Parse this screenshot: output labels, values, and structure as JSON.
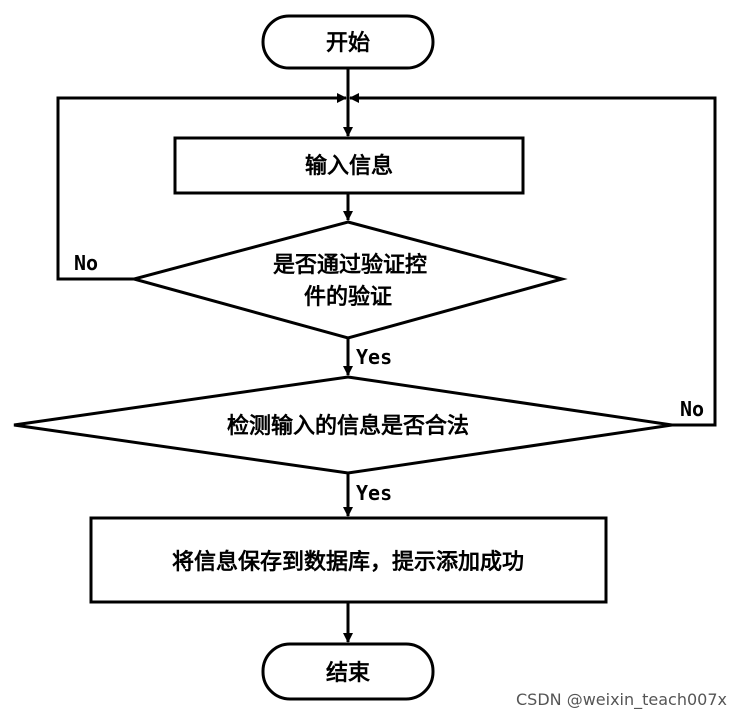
{
  "nodes": {
    "start": "开始",
    "input": "输入信息",
    "decision1": [
      "是否通过验证控",
      "件的验证"
    ],
    "decision2": "检测输入的信息是否合法",
    "save": "将信息保存到数据库，提示添加成功",
    "end": "结束"
  },
  "labels": {
    "no_left": "No",
    "no_right": "No",
    "yes_1": "Yes",
    "yes_2": "Yes"
  },
  "watermark": "CSDN @weixin_teach007x"
}
